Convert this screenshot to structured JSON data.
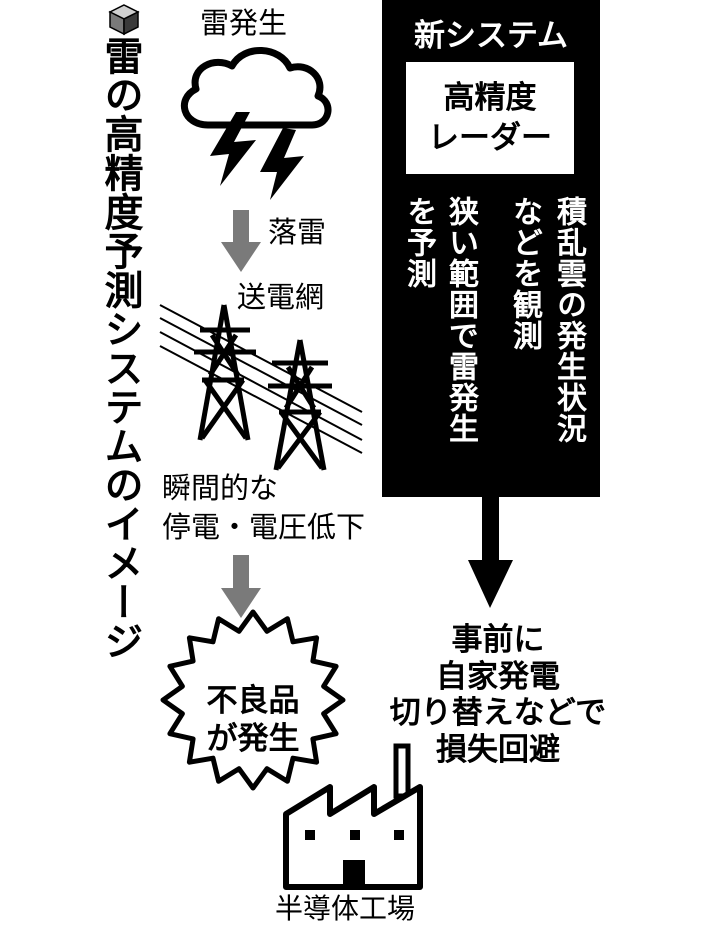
{
  "title": "雷の高精度予測システムのイメージ",
  "labels": {
    "thunder": "雷発生",
    "strike": "落雷",
    "grid": "送電網",
    "outage_line1": "瞬間的な",
    "outage_line2": "停電・電圧低下",
    "factory": "半導体工場"
  },
  "badge": {
    "line1": "不良品",
    "line2": "が発生"
  },
  "system_panel": {
    "title": "新システム",
    "radar_line1": "高精度",
    "radar_line2": "レーダー",
    "column1": "積乱雲の発生状況",
    "column2": "などを観測",
    "column3": "狭い範囲で雷発生",
    "column4": "を予測"
  },
  "result": {
    "line1": "事前に",
    "line2": "自家発電",
    "line3": "切り替えなどで",
    "line4": "損失回避"
  },
  "colors": {
    "arrow_gray": "#7a7a7a",
    "panel_black": "#000000",
    "ink": "#000000"
  },
  "icons": [
    "cube-icon",
    "cloud-icon",
    "lightning-bolt-icon",
    "transmission-tower-icon",
    "factory-icon"
  ]
}
